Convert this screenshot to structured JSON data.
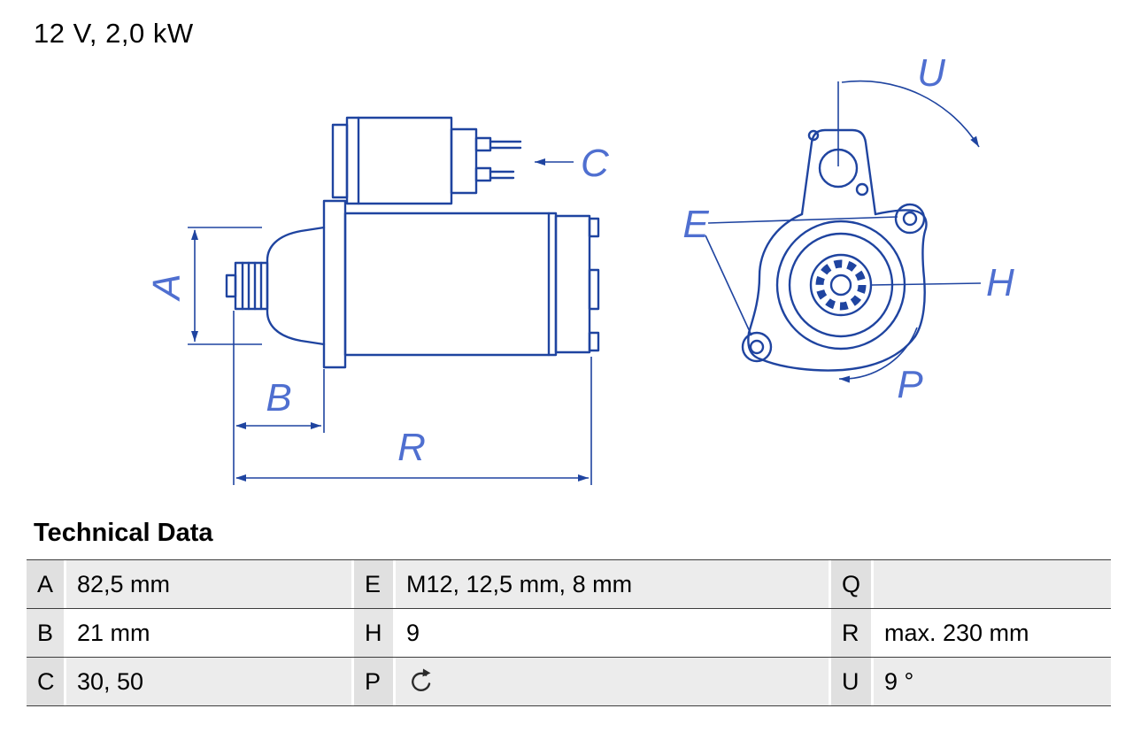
{
  "header": {
    "title": "12 V, 2,0 kW"
  },
  "diagram": {
    "labels": {
      "a": "A",
      "b": "B",
      "c": "C",
      "e": "E",
      "h": "H",
      "p": "P",
      "r": "R",
      "u": "U"
    },
    "colors": {
      "line": "#1f44a0",
      "label": "#4f6fd0"
    }
  },
  "technical_data": {
    "title": "Technical Data",
    "rows": [
      {
        "cells": [
          {
            "key": "A",
            "value": "82,5 mm"
          },
          {
            "key": "E",
            "value": "M12, 12,5 mm, 8 mm"
          },
          {
            "key": "Q",
            "value": ""
          }
        ]
      },
      {
        "cells": [
          {
            "key": "B",
            "value": "21 mm"
          },
          {
            "key": "H",
            "value": "9"
          },
          {
            "key": "R",
            "value": "max. 230 mm"
          }
        ]
      },
      {
        "cells": [
          {
            "key": "C",
            "value": "30, 50"
          },
          {
            "key": "P",
            "value": "",
            "icon": "rotation-ccw-icon"
          },
          {
            "key": "U",
            "value": "9 °"
          }
        ]
      }
    ]
  }
}
